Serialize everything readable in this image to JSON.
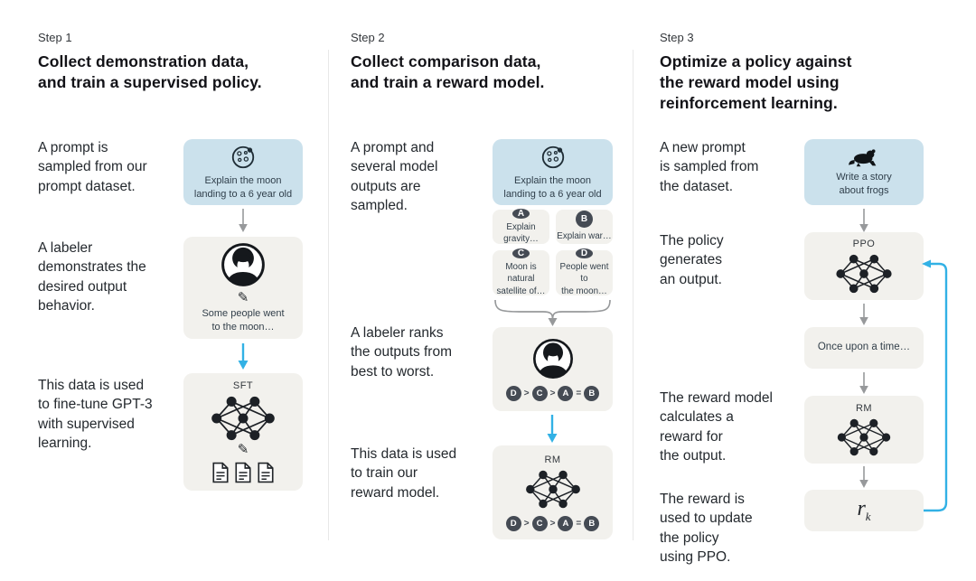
{
  "colors": {
    "background": "#ffffff",
    "blue_box": "#cbe1ec",
    "gray_box": "#f2f1ed",
    "cyan_arrow": "#32b1e5",
    "gray_arrow": "#97999b",
    "badge_bg": "#454b54",
    "divider": "#e8e8e8",
    "heading_text": "#121217",
    "body_text": "#24292e",
    "box_text": "#323f4a",
    "icon_dark": "#1d2126"
  },
  "icons": {
    "pencil_glyph": "✎"
  },
  "columns": [
    {
      "step_label": "Step 1",
      "title": "Collect demonstration data,\nand train a supervised policy.",
      "texts": {
        "t1": "A prompt is\nsampled from our\nprompt dataset.",
        "t2": "A labeler\ndemonstrates the\ndesired output\nbehavior.",
        "t3": "This data is used\nto fine-tune GPT-3\nwith supervised\nlearning."
      },
      "prompt_box": {
        "caption": "Explain the moon\nlanding to a 6 year old"
      },
      "labeler_box": {
        "caption": "Some people went\nto the moon…"
      },
      "sft_box": {
        "label": "SFT"
      }
    },
    {
      "step_label": "Step 2",
      "title": "Collect comparison data,\nand train a reward model.",
      "texts": {
        "t1": "A prompt and\nseveral model\noutputs are\nsampled.",
        "t2": "A labeler ranks\nthe outputs from\nbest to worst.",
        "t3": "This data is used\nto train our\nreward model."
      },
      "prompt_box": {
        "caption": "Explain the moon\nlanding to a 6 year old"
      },
      "outputs": [
        {
          "letter": "A",
          "caption": "Explain gravity…"
        },
        {
          "letter": "B",
          "caption": "Explain war…"
        },
        {
          "letter": "C",
          "caption": "Moon is natural\nsatellite of…"
        },
        {
          "letter": "D",
          "caption": "People went to\nthe moon…"
        }
      ],
      "ranking": [
        "D",
        ">",
        "C",
        ">",
        "A",
        "=",
        "B"
      ],
      "rm_box": {
        "label": "RM"
      }
    },
    {
      "step_label": "Step 3",
      "title": "Optimize a policy against\nthe reward model using\nreinforcement learning.",
      "texts": {
        "t1": "A new prompt\nis sampled from\nthe dataset.",
        "t2": "The policy\ngenerates\nan output.",
        "t3": "The reward model\ncalculates a\nreward for\nthe output.",
        "t4": "The reward is\nused to update\nthe policy\nusing PPO."
      },
      "prompt_box": {
        "caption": "Write a story\nabout frogs"
      },
      "ppo_box": {
        "label": "PPO"
      },
      "output_box": {
        "caption": "Once upon a time…"
      },
      "rm_box": {
        "label": "RM"
      },
      "reward_box": {
        "base": "r",
        "sub": "k"
      }
    }
  ]
}
